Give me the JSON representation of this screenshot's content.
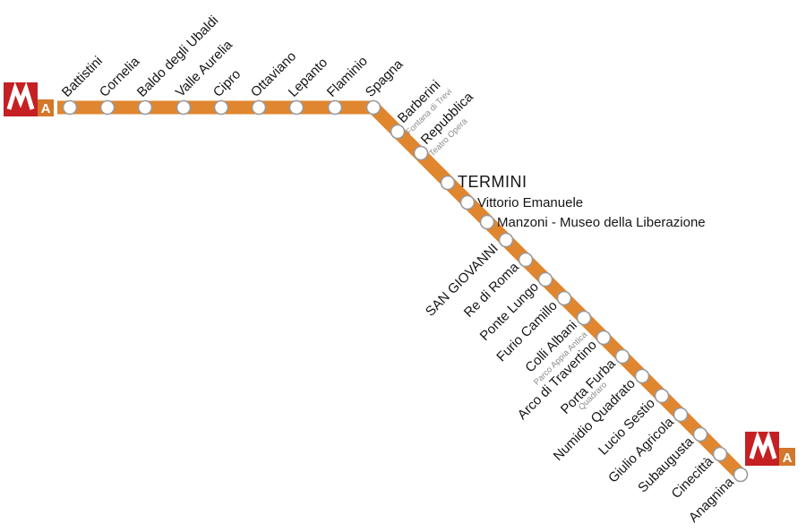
{
  "line": {
    "letter": "A",
    "logo": {
      "m_symbol": "M",
      "letter": "A"
    },
    "colors": {
      "track": "#E0862F",
      "logo_red": "#C52023",
      "logo_orange": "#D2772B",
      "station_fill": "#FFFFFF",
      "station_stroke": "#999999",
      "label": "#151515",
      "sublabel": "#8C8C8C"
    },
    "stations": [
      {
        "name": "Battistini"
      },
      {
        "name": "Cornelia"
      },
      {
        "name": "Baldo degli Ubaldi"
      },
      {
        "name": "Valle Aurelia"
      },
      {
        "name": "Cipro"
      },
      {
        "name": "Ottaviano"
      },
      {
        "name": "Lepanto"
      },
      {
        "name": "Flaminio"
      },
      {
        "name": "Spagna"
      },
      {
        "name": "Barberini",
        "sub": "Fontana di Trevi"
      },
      {
        "name": "Repubblica",
        "sub": "Teatro Opera"
      },
      {
        "name": "TERMINI"
      },
      {
        "name": "Vittorio Emanuele"
      },
      {
        "name": "Manzoni - Museo della Liberazione"
      },
      {
        "name": "SAN GIOVANNI"
      },
      {
        "name": "Re di Roma"
      },
      {
        "name": "Ponte Lungo"
      },
      {
        "name": "Furio Camillo"
      },
      {
        "name": "Colli Albani",
        "sub": "Parco Appia Antica"
      },
      {
        "name": "Arco di Travertino"
      },
      {
        "name": "Porta Furba",
        "sub": "Quadraro"
      },
      {
        "name": "Numidio Quadrato"
      },
      {
        "name": "Lucio Sestio"
      },
      {
        "name": "Giulio Agricola"
      },
      {
        "name": "Subaugusta"
      },
      {
        "name": "Cinecittà"
      },
      {
        "name": "Anagnina"
      }
    ]
  }
}
